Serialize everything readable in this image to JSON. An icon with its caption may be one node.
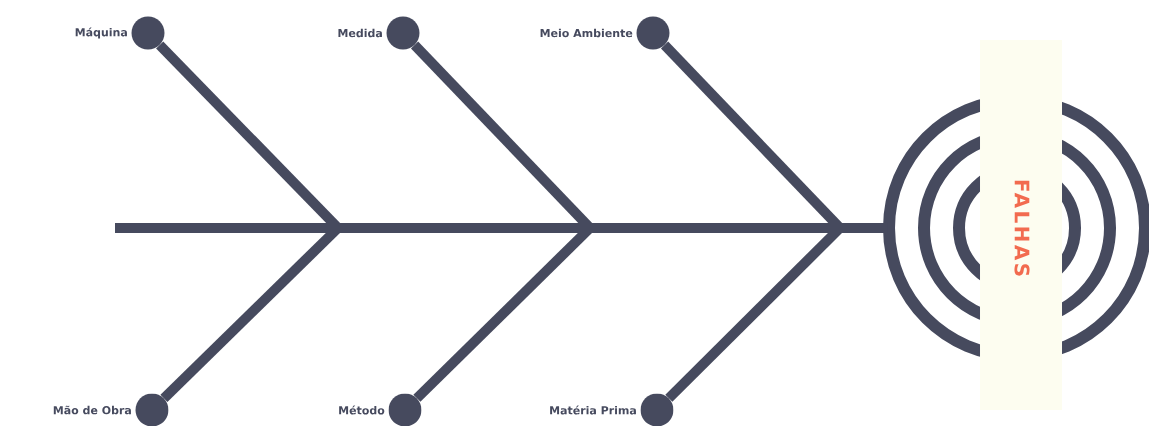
{
  "diagram": {
    "nodes": [
      {
        "text": [],
        "shape": "circle",
        "beside": [
          "Máquina"
        ]
      },
      {
        "text": [],
        "shape": "circle",
        "beside": [
          "Medida"
        ]
      },
      {
        "text": [],
        "shape": "circle",
        "beside": [
          "Meio Ambiente"
        ]
      },
      {
        "text": [],
        "shape": "circle",
        "beside": [
          "Mão de Obra"
        ]
      },
      {
        "text": [],
        "shape": "circle",
        "beside": [
          "Método"
        ]
      },
      {
        "text": [],
        "shape": "circle",
        "beside": [
          "Matéria Prima"
        ]
      },
      {
        "text": [
          "FALHAS"
        ]
      }
    ],
    "edges": [
      {
        "from": 0,
        "to": null,
        "arrow": "none"
      },
      {
        "from": 1,
        "to": null,
        "arrow": "none"
      },
      {
        "from": 2,
        "to": null,
        "arrow": "none"
      },
      {
        "from": 3,
        "to": null,
        "arrow": "none"
      },
      {
        "from": 4,
        "to": null,
        "arrow": "none"
      },
      {
        "from": 5,
        "to": null,
        "arrow": "none"
      },
      {
        "from": null,
        "to": 6,
        "arrow": "none"
      }
    ]
  }
}
